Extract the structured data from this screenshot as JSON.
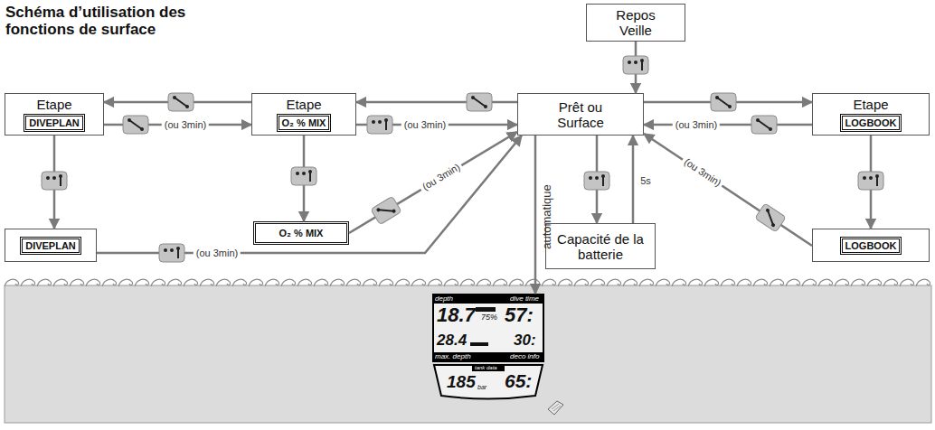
{
  "diagram": {
    "title": "Schéma d’utilisation des fonctions de surface",
    "nodes": [
      {
        "text": [
          "Repos Veille"
        ]
      },
      {
        "text": [
          "Etape",
          "DIVEPLAN"
        ]
      },
      {
        "text": [
          "Etape",
          "O₂ % MIX"
        ]
      },
      {
        "text": [
          "Prêt ou Surface"
        ]
      },
      {
        "text": [
          "Etape",
          "LOGBOOK"
        ]
      },
      {
        "text": [
          "O₂ % MIX"
        ]
      },
      {
        "text": [
          "DIVEPLAN"
        ]
      },
      {
        "text": [
          "Capacité de la batterie"
        ]
      },
      {
        "text": [
          "LOGBOOK"
        ]
      },
      {
        "text": [
          "depth",
          "dive time",
          "18.7",
          "57:",
          "75%",
          "28.4",
          "30:",
          "max. depth",
          "deco info",
          "tank data",
          "185",
          "bar",
          "65:"
        ]
      }
    ],
    "edges": [
      {
        "from": 0,
        "to": 3,
        "arrow": "to"
      },
      {
        "from": 3,
        "to": 4,
        "arrow": "to"
      },
      {
        "from": 4,
        "to": 3,
        "label": "(ou 3min)",
        "arrow": "to"
      },
      {
        "from": 4,
        "to": 8,
        "arrow": "to"
      },
      {
        "from": 8,
        "to": 3,
        "label": "(ou 3min)",
        "arrow": "to"
      },
      {
        "from": 3,
        "to": 7,
        "arrow": "to"
      },
      {
        "from": 7,
        "to": 3,
        "label": "5s",
        "arrow": "to"
      },
      {
        "from": 3,
        "to": 2,
        "arrow": "to"
      },
      {
        "from": 2,
        "to": 3,
        "label": "(ou 3min)",
        "arrow": "to"
      },
      {
        "from": 2,
        "to": 5,
        "arrow": "to"
      },
      {
        "from": 5,
        "to": 3,
        "label": "(ou 3min)",
        "arrow": "to"
      },
      {
        "from": 2,
        "to": 1,
        "arrow": "to"
      },
      {
        "from": 1,
        "to": 2,
        "label": "(ou 3min)",
        "arrow": "to"
      },
      {
        "from": 1,
        "to": 6,
        "arrow": "to"
      },
      {
        "from": 6,
        "to": 3,
        "label": "(ou 3min)",
        "arrow": "to"
      },
      {
        "from": 3,
        "to": 9,
        "label": "automatique",
        "arrow": "to"
      }
    ]
  }
}
